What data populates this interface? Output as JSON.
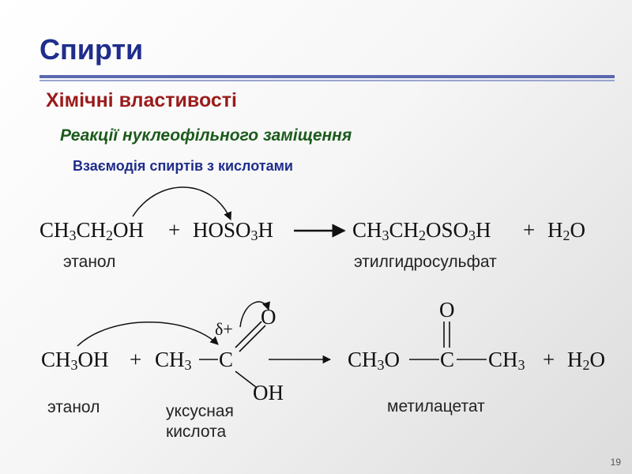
{
  "title": "Спирти",
  "heading": "Хімічні властивості",
  "subheading": "Реакції нуклеофільного заміщення",
  "subsubheading": "Взаємодія спиртів з кислотами",
  "reaction1": {
    "reactant1": [
      "CH",
      "3",
      "CH",
      "2",
      "OH"
    ],
    "plus1": "+",
    "reactant2": [
      "HOSO",
      "3",
      "H"
    ],
    "product1": [
      "CH",
      "3",
      "CH",
      "2",
      "OSO",
      "3",
      "H"
    ],
    "plus2": "+",
    "product2": [
      "H",
      "2",
      "O"
    ],
    "label_reactant1": "этанол",
    "label_product1": "этилгидросульфат"
  },
  "reaction2": {
    "reactant1": [
      "CH",
      "3",
      "OH"
    ],
    "plus1": "+",
    "acid_methyl": [
      "CH",
      "3"
    ],
    "acid_carbon": "C",
    "acid_oxygen": "O",
    "acid_oh": "OH",
    "delta_label": "δ+",
    "product_left": [
      "CH",
      "3",
      "O"
    ],
    "product_carbon": "C",
    "product_oxygen": "O",
    "product_right": [
      "CH",
      "3"
    ],
    "plus2": "+",
    "product2": [
      "H",
      "2",
      "O"
    ],
    "label_reactant1": "этанол",
    "label_reactant2_line1": "уксусная",
    "label_reactant2_line2": "кислота",
    "label_product": "метилацетат"
  },
  "slide_number": "19"
}
